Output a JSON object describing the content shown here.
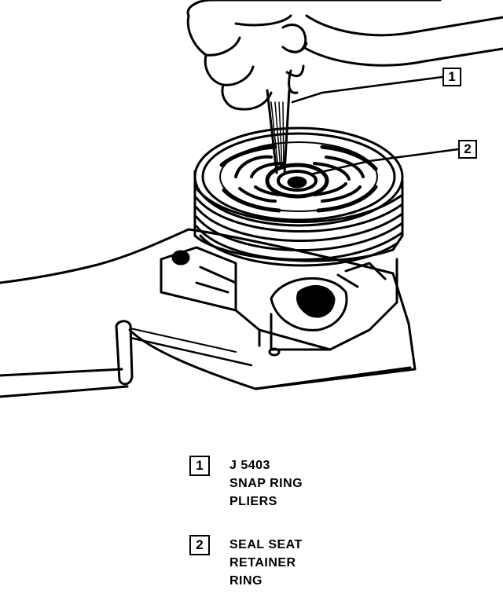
{
  "callouts": [
    {
      "number": "1"
    },
    {
      "number": "2"
    }
  ],
  "legend": [
    {
      "number": "1",
      "lines": [
        "J 5403",
        "SNAP RING",
        "PLIERS"
      ]
    },
    {
      "number": "2",
      "lines": [
        "SEAL SEAT",
        "RETAINER",
        "RING"
      ]
    }
  ]
}
